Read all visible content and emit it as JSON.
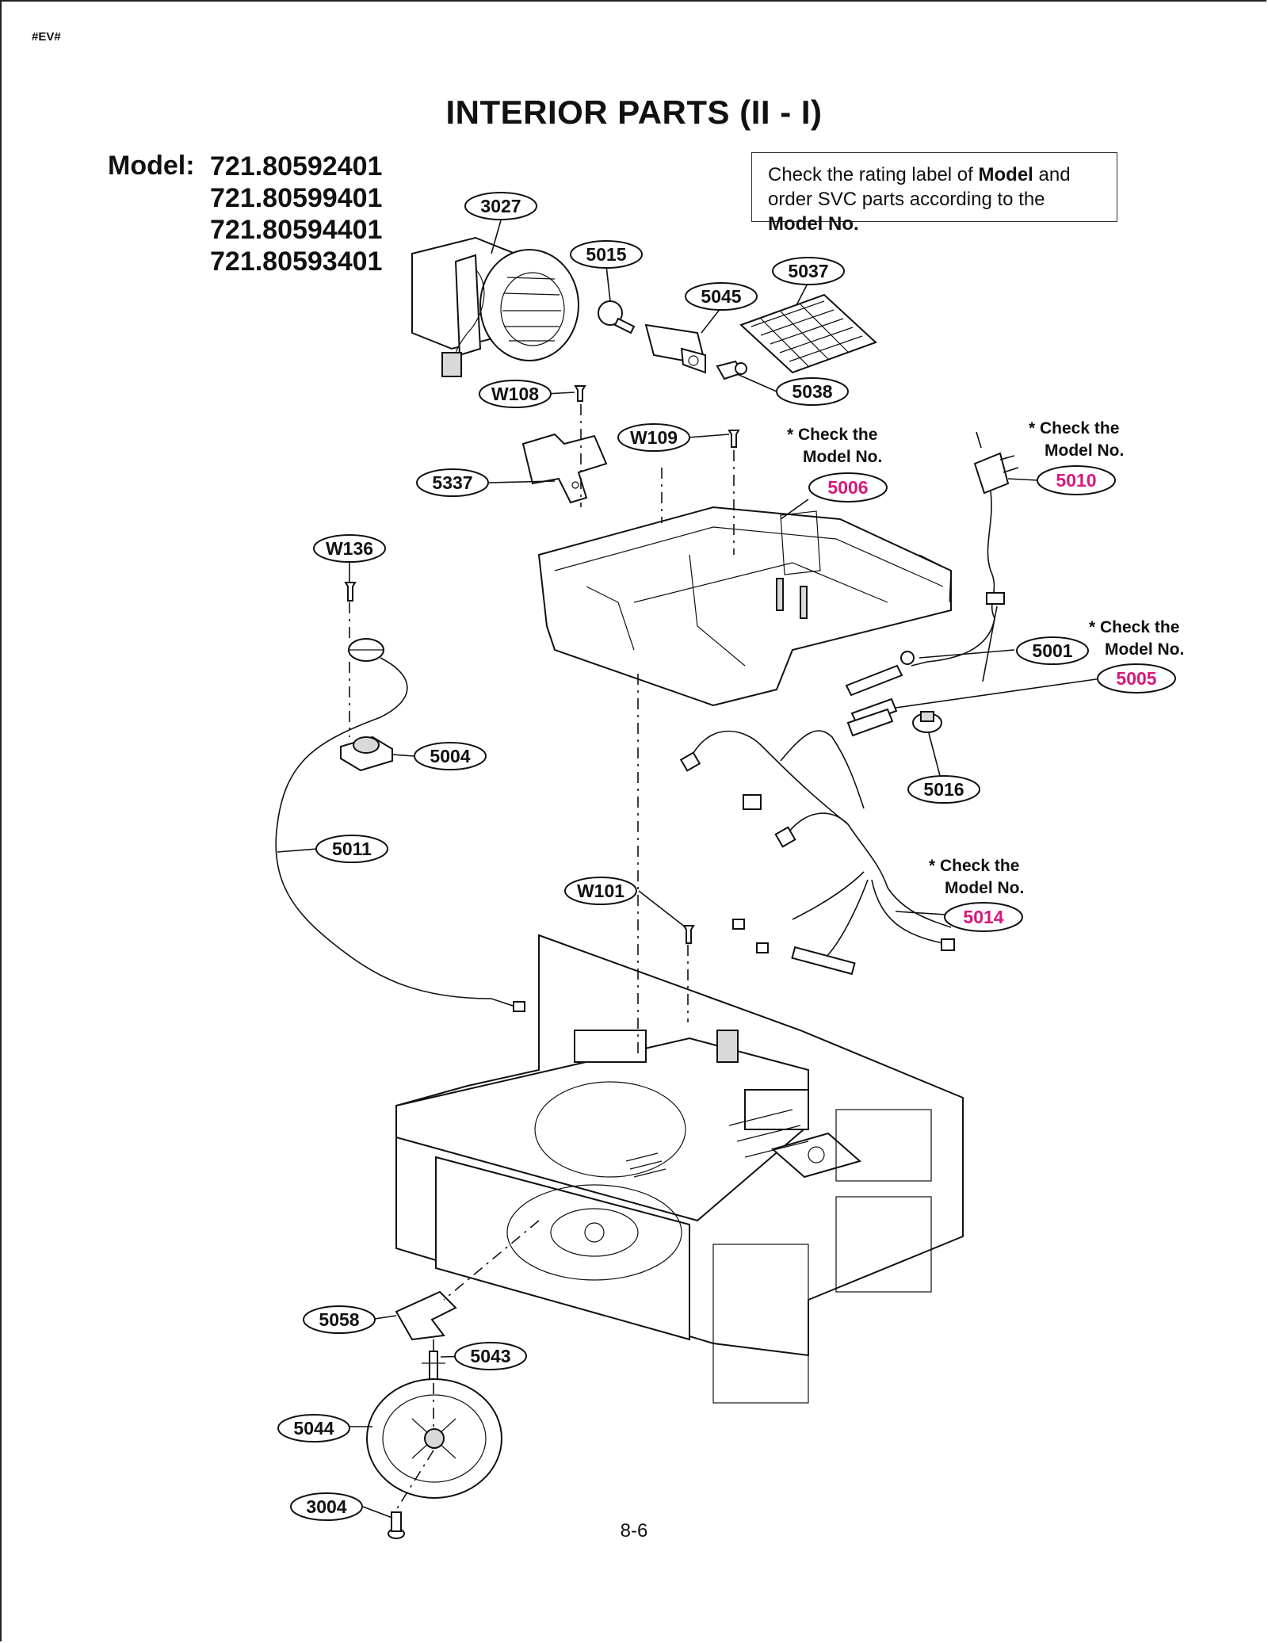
{
  "header": {
    "doc_code": "#EV#",
    "title": "INTERIOR PARTS (II - I)"
  },
  "models": {
    "label": "Model:",
    "numbers": [
      "721.80592401",
      "721.80599401",
      "721.80594401",
      "721.80593401"
    ]
  },
  "notice": {
    "part1": "Check the rating label of ",
    "bold1": "Model",
    "part2": " and order SVC parts according to the ",
    "bold2": "Model No."
  },
  "notes": {
    "check_line1": "* Check the",
    "check_line2": "Model No."
  },
  "callouts": {
    "p3027": "3027",
    "p5015": "5015",
    "p5037": "5037",
    "p5045": "5045",
    "p5038": "5038",
    "pW108": "W108",
    "pW109": "W109",
    "p5337": "5337",
    "p5006": "5006",
    "p5010": "5010",
    "pW136": "W136",
    "p5001": "5001",
    "p5005": "5005",
    "p5004": "5004",
    "p5016": "5016",
    "p5011": "5011",
    "pW101": "W101",
    "p5014": "5014",
    "p5058": "5058",
    "p5043": "5043",
    "p5044": "5044",
    "p3004": "3004"
  },
  "colors": {
    "highlight": "#d6197c",
    "ink": "#111111"
  },
  "footer": {
    "page_number": "8-6"
  }
}
